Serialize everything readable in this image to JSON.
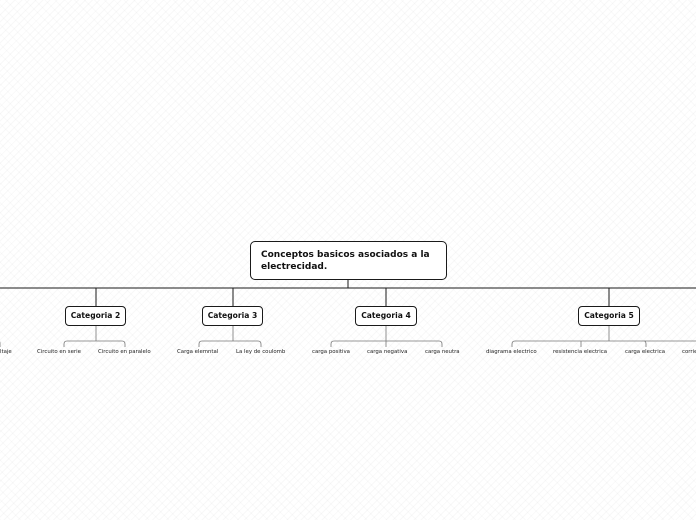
{
  "map": {
    "root": {
      "label": "Conceptos basicos asociados a la electrecidad."
    },
    "categories": [
      {
        "label": "Categoria 2",
        "children": [
          "Circuito en serie",
          "Circuito en paralelo"
        ]
      },
      {
        "label": "Categoria 3",
        "children": [
          "Carga elemntal",
          "La ley de coulomb"
        ]
      },
      {
        "label": "Categoria 4",
        "children": [
          "carga positiva",
          "carga negativa",
          "carga neutra"
        ]
      },
      {
        "label": "Categoria 5",
        "children": [
          "diagrama electrico",
          "resistencia electrica",
          "carga electrica",
          "corrie"
        ]
      }
    ],
    "offscreen_left_fragment": "ltaje"
  },
  "colors": {
    "line": "#1a1a1a",
    "node_border": "#1a1a1a",
    "node_fill": "#ffffff",
    "text": "#111111"
  }
}
